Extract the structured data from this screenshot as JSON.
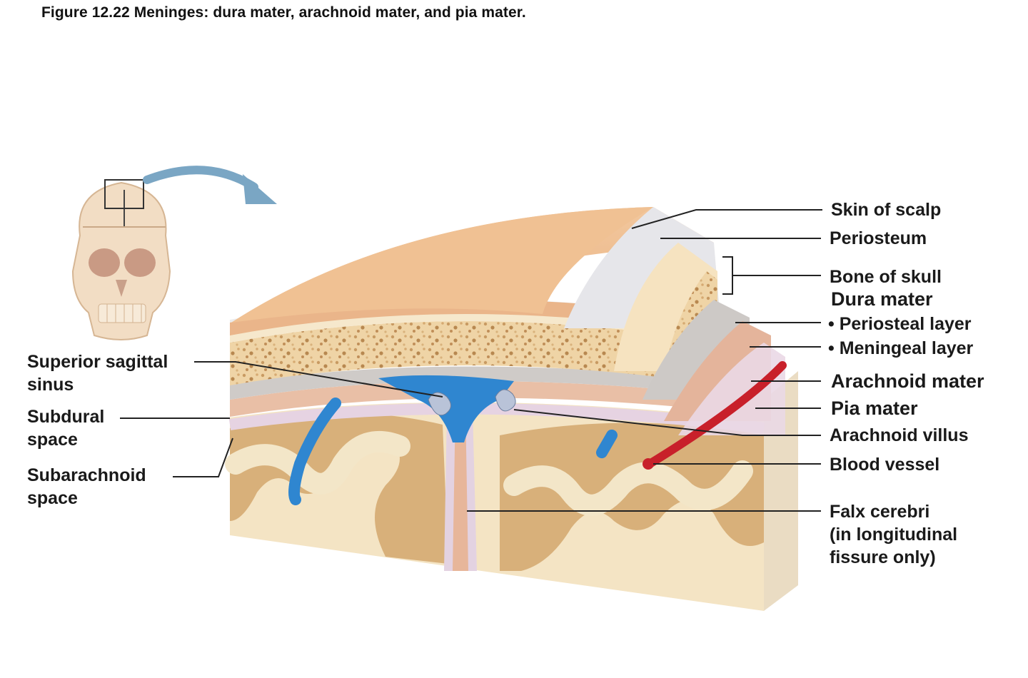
{
  "figure": {
    "caption": "Figure 12.22  Meninges: dura mater, arachnoid mater, and pia mater."
  },
  "labels": {
    "skin_of_scalp": "Skin of scalp",
    "periosteum": "Periosteum",
    "bone_of_skull": "Bone of skull",
    "dura_mater": "Dura mater",
    "periosteal_layer": "• Periosteal layer",
    "meningeal_layer": "• Meningeal layer",
    "arachnoid_mater": "Arachnoid mater",
    "pia_mater": "Pia mater",
    "arachnoid_villus": "Arachnoid villus",
    "blood_vessel": "Blood vessel",
    "falx_cerebri_1": "Falx cerebri",
    "falx_cerebri_2": "(in longitudinal",
    "falx_cerebri_3": "fissure only)",
    "superior_sagittal_1": "Superior sagittal",
    "superior_sagittal_2": "sinus",
    "subdural_1": "Subdural",
    "subdural_2": "space",
    "subarachnoid_1": "Subarachnoid",
    "subarachnoid_2": "space"
  },
  "colors": {
    "scalp": "#eebc8f",
    "bone": "#f4e2be",
    "dura": "#c9c6c4",
    "cortex": "#d8b07a",
    "white_matter": "#f3e6c8",
    "sinus": "#2f86d0",
    "artery": "#c8202a",
    "arrow": "#7aa6c4"
  }
}
